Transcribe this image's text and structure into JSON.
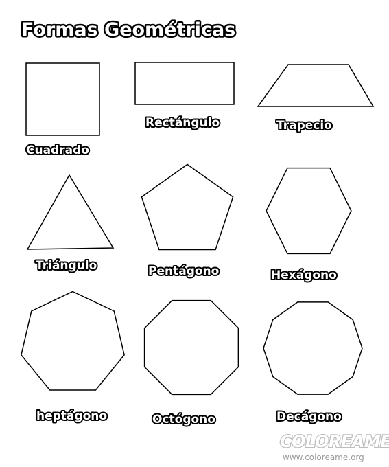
{
  "title": "Formas Geométricas",
  "colors": {
    "outline": "#000000",
    "fill": "#ffffff",
    "logo_stroke": "#bdbdbd",
    "site_text": "#9a9a9a"
  },
  "shapes": [
    {
      "id": "cuadrado",
      "label": "Cuadrado"
    },
    {
      "id": "rectangulo",
      "label": "Rectángulo"
    },
    {
      "id": "trapecio",
      "label": "Trapecio"
    },
    {
      "id": "triangulo",
      "label": "Triángulo"
    },
    {
      "id": "pentagono",
      "label": "Pentágono"
    },
    {
      "id": "hexagono",
      "label": "Hexágono"
    },
    {
      "id": "heptagono",
      "label": "heptágono"
    },
    {
      "id": "octogono",
      "label": "Octógono"
    },
    {
      "id": "decagono",
      "label": "Decágono"
    }
  ],
  "watermark": {
    "logo": "COLOREAME",
    "site": "www.coloreame.org"
  }
}
